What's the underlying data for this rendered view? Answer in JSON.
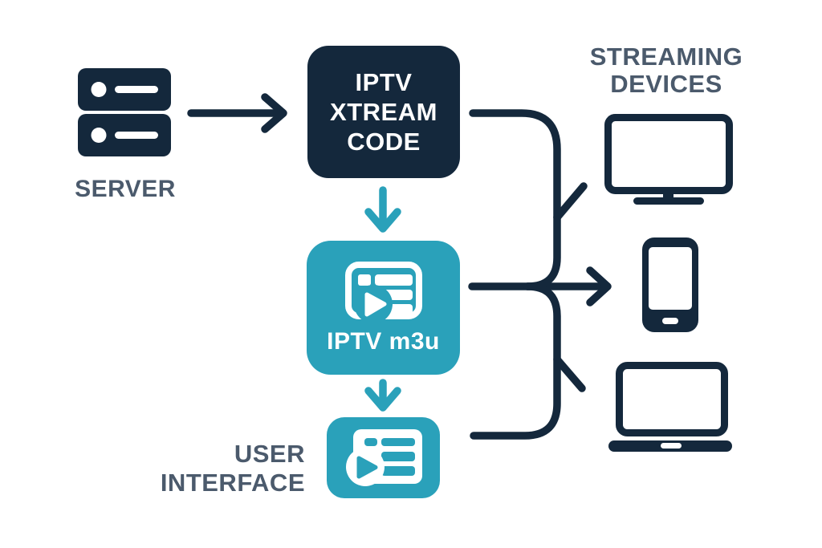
{
  "colors": {
    "navy": "#14283C",
    "teal": "#2AA1BA",
    "slate": "#4B5A6C",
    "white": "#FFFFFF",
    "bg": "#FFFFFF"
  },
  "nodes": {
    "server": {
      "label": "SERVER",
      "icon": "server-icon"
    },
    "xtream_code": {
      "lines": [
        "IPTV",
        "XTREAM",
        "CODE"
      ]
    },
    "iptv_m3u": {
      "label": "IPTV m3u",
      "icon": "playlist-play-icon"
    },
    "user_interface": {
      "lines": [
        "USER",
        "INTERFACE"
      ],
      "icon": "playlist-play-icon"
    }
  },
  "devices": {
    "title_lines": [
      "STREAMING",
      "DEVICES"
    ],
    "items": [
      {
        "name": "tv",
        "icon": "tv-icon"
      },
      {
        "name": "smartphone",
        "icon": "smartphone-icon"
      },
      {
        "name": "laptop",
        "icon": "laptop-icon"
      }
    ]
  },
  "edges": [
    {
      "from": "server",
      "to": "xtream_code",
      "style": "arrow"
    },
    {
      "from": "xtream_code",
      "to": "iptv_m3u",
      "style": "arrow-teal"
    },
    {
      "from": "iptv_m3u",
      "to": "user_interface",
      "style": "arrow-teal"
    },
    {
      "from": "xtream_code",
      "to": "devices-hub",
      "style": "curve"
    },
    {
      "from": "iptv_m3u",
      "to": "smartphone",
      "style": "arrow"
    },
    {
      "from": "devices-hub",
      "to": "user_interface",
      "style": "curve"
    },
    {
      "from": "devices-hub",
      "to": "tv",
      "style": "branch"
    },
    {
      "from": "devices-hub",
      "to": "laptop",
      "style": "branch"
    }
  ]
}
